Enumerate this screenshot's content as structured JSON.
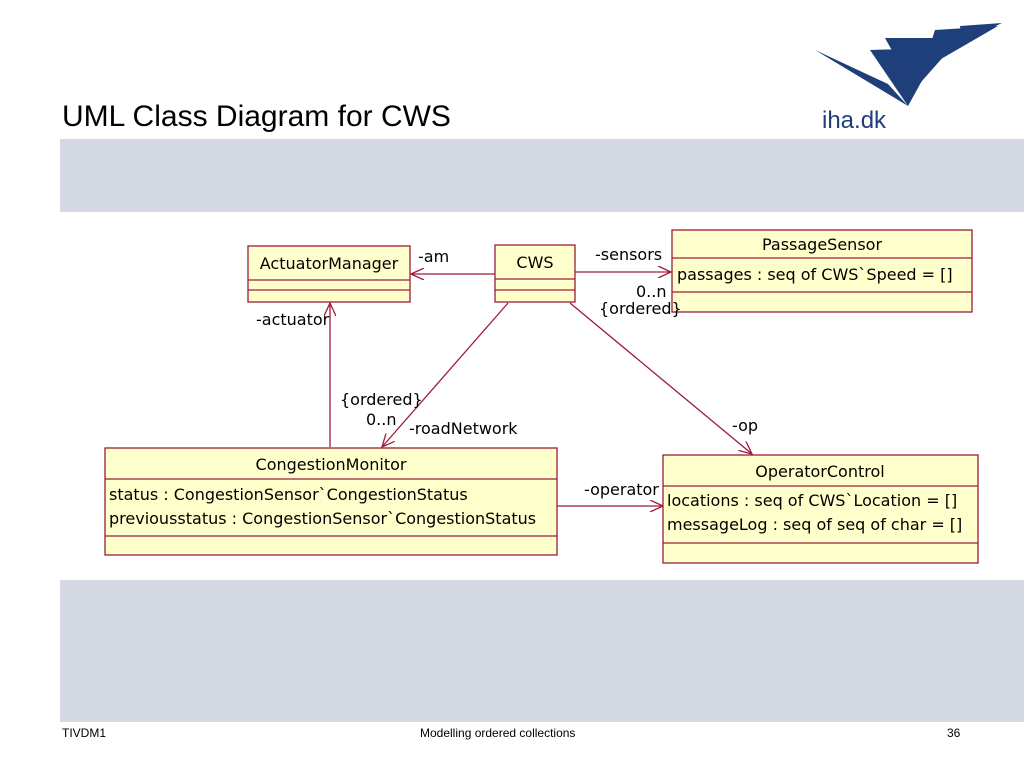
{
  "slide": {
    "title": "UML Class Diagram for CWS",
    "logo_text": "iha.dk",
    "footer_left": "TIVDM1",
    "footer_center": "Modelling ordered collections",
    "page_number": "36"
  },
  "colors": {
    "class_fill": "#ffffcc",
    "class_border": "#9e1a3a",
    "band": "#d5d9e4",
    "logo_blue": "#1f3f7a"
  },
  "diagram": {
    "classes": [
      {
        "id": "actuator-manager",
        "name": "ActuatorManager",
        "attributes": []
      },
      {
        "id": "cws",
        "name": "CWS",
        "attributes": []
      },
      {
        "id": "passage-sensor",
        "name": "PassageSensor",
        "attributes": [
          "passages : seq of CWS`Speed = []"
        ]
      },
      {
        "id": "congestion-monitor",
        "name": "CongestionMonitor",
        "attributes": [
          "status : CongestionSensor`CongestionStatus",
          "previousstatus : CongestionSensor`CongestionStatus"
        ]
      },
      {
        "id": "operator-control",
        "name": "OperatorControl",
        "attributes": [
          "locations : seq of CWS`Location = []",
          "messageLog : seq of seq of char = []"
        ]
      }
    ],
    "associations": [
      {
        "id": "am",
        "from": "cws",
        "to": "actuator-manager",
        "role": "-am"
      },
      {
        "id": "sensors",
        "from": "cws",
        "to": "passage-sensor",
        "role": "-sensors",
        "multiplicity": "0..n",
        "constraint": "{ordered}"
      },
      {
        "id": "roadNetwork",
        "from": "cws",
        "to": "congestion-monitor",
        "role": "-roadNetwork",
        "multiplicity": "0..n",
        "constraint": "{ordered}"
      },
      {
        "id": "op",
        "from": "cws",
        "to": "operator-control",
        "role": "-op"
      },
      {
        "id": "actuator",
        "from": "congestion-monitor",
        "to": "actuator-manager",
        "role": "-actuator"
      },
      {
        "id": "operator",
        "from": "congestion-monitor",
        "to": "operator-control",
        "role": "-operator"
      }
    ]
  }
}
